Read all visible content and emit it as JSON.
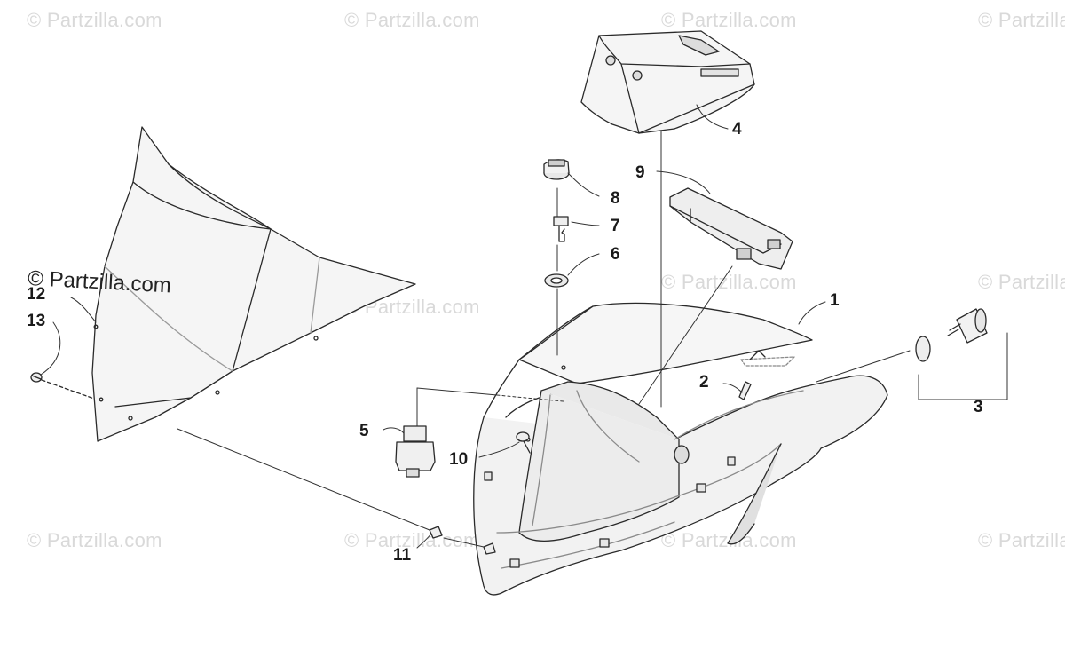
{
  "watermark": {
    "text": "© Partzilla.com"
  },
  "callouts": {
    "c1": "1",
    "c2": "2",
    "c3": "3",
    "c4": "4",
    "c5": "5",
    "c6": "6",
    "c7": "7",
    "c8": "8",
    "c9": "9",
    "c10": "10",
    "c11": "11",
    "c12": "12",
    "c13": "13"
  },
  "colors": {
    "line": "#2a2a2a",
    "fill": "#f4f4f4",
    "shade": "#e4e4e4",
    "watermark": "#d9d9d9"
  }
}
